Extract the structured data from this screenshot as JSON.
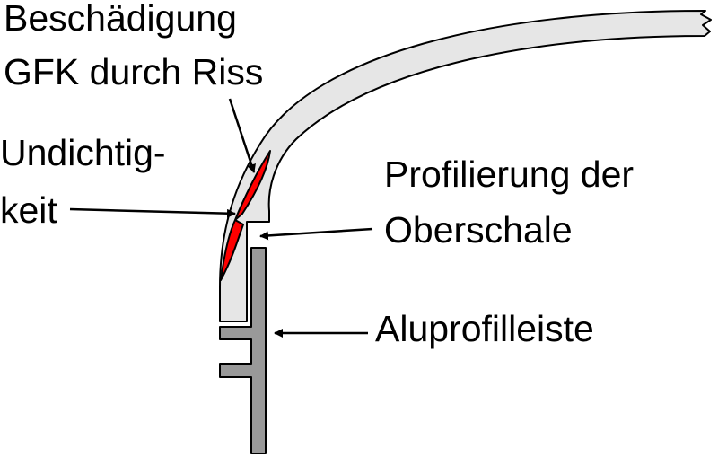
{
  "labels": {
    "damage_line1": "Beschädigung",
    "damage_line2": "GFK durch Riss",
    "leak_line1": "Undichtig-",
    "leak_line2": "keit",
    "profile_line1": "Profilierung der",
    "profile_line2": "Oberschale",
    "aluminium": "Aluprofilleiste"
  },
  "colors": {
    "shell_fill": "#e6e6e6",
    "crack_fill": "#ff0000",
    "aluminium_fill": "#999999",
    "outline": "#000000"
  }
}
